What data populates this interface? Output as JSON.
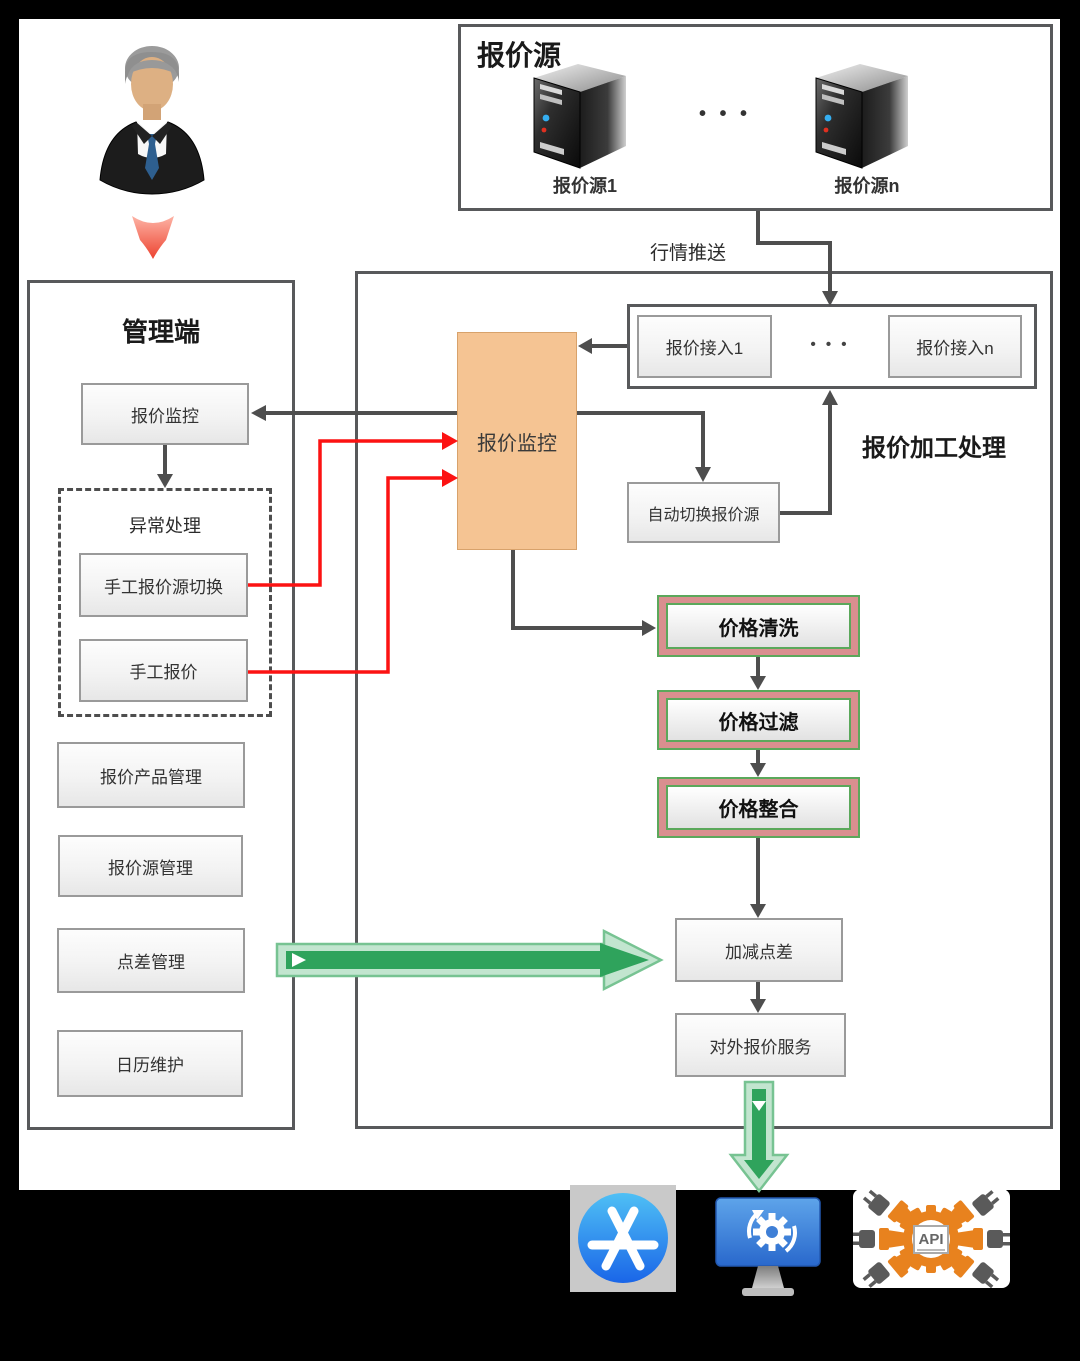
{
  "source_panel": {
    "title": "报价源",
    "server1_label": "报价源1",
    "servern_label": "报价源n",
    "dots": "•  •  •"
  },
  "flow": {
    "market_push_label": "行情推送"
  },
  "admin_panel": {
    "title": "管理端",
    "quote_monitor": "报价监控",
    "exception_group": "异常处理",
    "manual_source_switch": "手工报价源切换",
    "manual_quote": "手工报价",
    "product_mgmt": "报价产品管理",
    "source_mgmt": "报价源管理",
    "spread_mgmt": "点差管理",
    "calendar_maint": "日历维护"
  },
  "processing_panel": {
    "title": "报价加工处理",
    "access1": "报价接入1",
    "accessn": "报价接入n",
    "dots": "•  •  •",
    "quote_monitor": "报价监控",
    "auto_switch": "自动切换报价源",
    "price_clean": "价格清洗",
    "price_filter": "价格过滤",
    "price_merge": "价格整合",
    "spread_apply": "加减点差",
    "external_service": "对外报价服务"
  },
  "api_icon_text": "API",
  "colors": {
    "monitor_orange": "#F5C493",
    "process_fill_pink": "#D98F8F",
    "process_border_green": "#5BA85B",
    "arrow_green_dark": "#2FA35C",
    "arrow_green_light": "#C2E5CF",
    "connector_red": "#FC1212",
    "connector_dark": "#4E4E4E",
    "panel_border": "#58595B"
  }
}
